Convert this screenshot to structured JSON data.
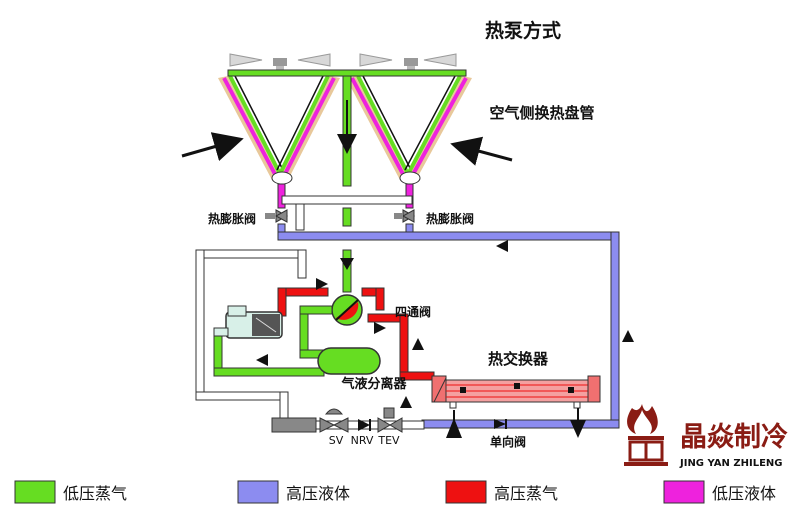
{
  "title": "热泵方式",
  "labels": {
    "coil": "空气侧换热盘管",
    "txv_left": "热膨胀阀",
    "txv_right": "热膨胀阀",
    "four_way": "四通阀",
    "heat_exchanger": "热交换器",
    "separator": "气液分离器",
    "sv": "SV",
    "nrv": "NRV",
    "tev": "TEV",
    "check_valve": "单向阀"
  },
  "logo": {
    "name": "晶焱制冷",
    "pinyin": "JING YAN ZHILENG"
  },
  "legend": [
    {
      "label": "低压蒸气",
      "color": "#66dd22"
    },
    {
      "label": "高压液体",
      "color": "#8c8cf0"
    },
    {
      "label": "高压蒸气",
      "color": "#ee1111"
    },
    {
      "label": "低压液体",
      "color": "#ee22dd"
    }
  ],
  "colors": {
    "low_pressure_vapor": "#66dd22",
    "high_pressure_liquid": "#8c8cf0",
    "high_pressure_vapor": "#ee1111",
    "low_pressure_liquid": "#ee22dd",
    "coil_fin": "#e8c89a",
    "logo": "#8a1c14"
  }
}
